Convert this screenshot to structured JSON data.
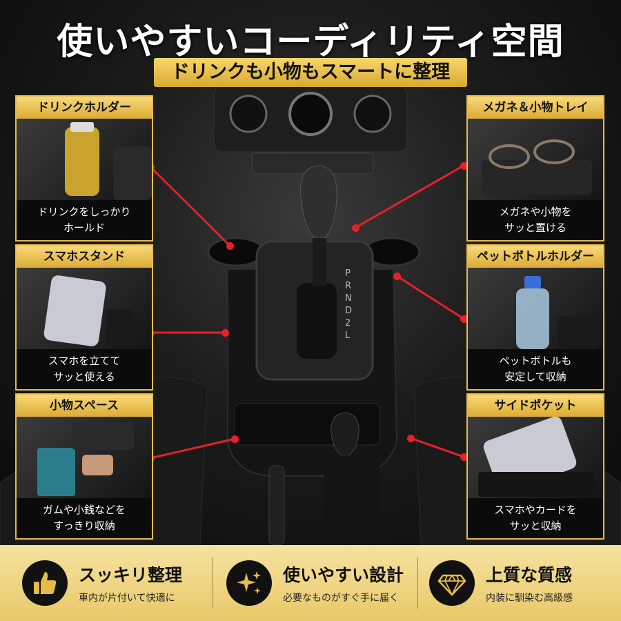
{
  "title": "使いやすいコーディリティ空間",
  "subtitle": "ドリンクも小物もスマートに整理",
  "shifter_label": "P R N D 2 L",
  "cards": [
    {
      "title": "ドリンクホルダー",
      "line1": "ドリンクをしっかり",
      "line2": "ホールド"
    },
    {
      "title": "スマホスタンド",
      "line1": "スマホを立てて",
      "line2": "サッと使える"
    },
    {
      "title": "小物スペース",
      "line1": "ガムや小銭などを",
      "line2": "すっきり収納"
    },
    {
      "title": "メガネ＆小物トレイ",
      "line1": "メガネや小物を",
      "line2": "サッと置ける"
    },
    {
      "title": "ペットボトルホルダー",
      "line1": "ペットボトルも",
      "line2": "安定して収納"
    },
    {
      "title": "サイドポケット",
      "line1": "スマホやカードを",
      "line2": "サッと収納"
    }
  ],
  "features": [
    {
      "title": "スッキリ整理",
      "desc": "車内が片付いて快適に",
      "icon": "thumbs-up-icon"
    },
    {
      "title": "使いやすい設計",
      "desc": "必要なものがすぐ手に届く",
      "icon": "sparkle-icon"
    },
    {
      "title": "上質な質感",
      "desc": "内装に馴染む高級感",
      "icon": "diamond-icon"
    }
  ],
  "colors": {
    "gold": "#e6bb49",
    "accent_red": "#e8202a"
  }
}
